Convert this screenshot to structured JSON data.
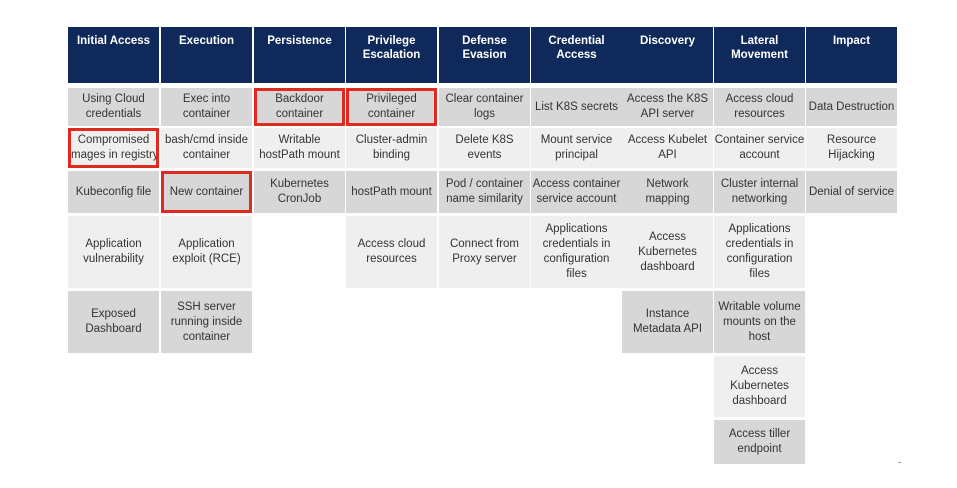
{
  "columns": [
    {
      "header": "Initial Access",
      "cells": [
        {
          "text": "Using Cloud\ncredentials"
        },
        {
          "text": "Compromised\nimages in registry",
          "highlighted": true
        },
        {
          "text": "Kubeconfig file"
        },
        {
          "text": "Application\nvulnerability"
        },
        {
          "text": "Exposed\nDashboard"
        }
      ]
    },
    {
      "header": "Execution",
      "cells": [
        {
          "text": "Exec into\ncontainer"
        },
        {
          "text": "bash/cmd inside\ncontainer"
        },
        {
          "text": "New container",
          "highlighted": true
        },
        {
          "text": "Application\nexploit (RCE)"
        },
        {
          "text": "SSH server\nrunning inside\ncontainer"
        }
      ]
    },
    {
      "header": "Persistence",
      "cells": [
        {
          "text": "Backdoor\ncontainer",
          "highlighted": true
        },
        {
          "text": "Writable\nhostPath mount"
        },
        {
          "text": "Kubernetes\nCronJob"
        }
      ]
    },
    {
      "header": "Privilege\nEscalation",
      "cells": [
        {
          "text": "Privileged\ncontainer",
          "highlighted": true
        },
        {
          "text": "Cluster-admin\nbinding"
        },
        {
          "text": "hostPath mount"
        },
        {
          "text": "Access cloud\nresources"
        }
      ]
    },
    {
      "header": "Defense\nEvasion",
      "cells": [
        {
          "text": "Clear container\nlogs"
        },
        {
          "text": "Delete K8S\nevents"
        },
        {
          "text": "Pod / container\nname similarity"
        },
        {
          "text": "Connect from\nProxy server"
        }
      ]
    },
    {
      "header": "Credential\nAccess",
      "cells": [
        {
          "text": "List K8S secrets"
        },
        {
          "text": "Mount service\nprincipal"
        },
        {
          "text": "Access container\nservice account"
        },
        {
          "text": "Applications\ncredentials in\nconfiguration\nfiles"
        }
      ]
    },
    {
      "header": "Discovery",
      "cells": [
        {
          "text": "Access the K8S\nAPI server"
        },
        {
          "text": "Access Kubelet\nAPI"
        },
        {
          "text": "Network\nmapping"
        },
        {
          "text": "Access\nKubernetes\ndashboard"
        },
        {
          "text": "Instance\nMetadata API"
        }
      ]
    },
    {
      "header": "Lateral\nMovement",
      "cells": [
        {
          "text": "Access cloud\nresources"
        },
        {
          "text": "Container service\naccount"
        },
        {
          "text": "Cluster internal\nnetworking"
        },
        {
          "text": "Applications\ncredentials in\nconfiguration\nfiles"
        },
        {
          "text": "Writable volume\nmounts on the\nhost"
        },
        {
          "text": "Access\nKubernetes\ndashboard"
        },
        {
          "text": "Access tiller\nendpoint"
        }
      ]
    },
    {
      "header": "Impact",
      "cells": [
        {
          "text": "Data Destruction"
        },
        {
          "text": "Resource\nHijacking"
        },
        {
          "text": "Denial of service"
        }
      ]
    }
  ]
}
